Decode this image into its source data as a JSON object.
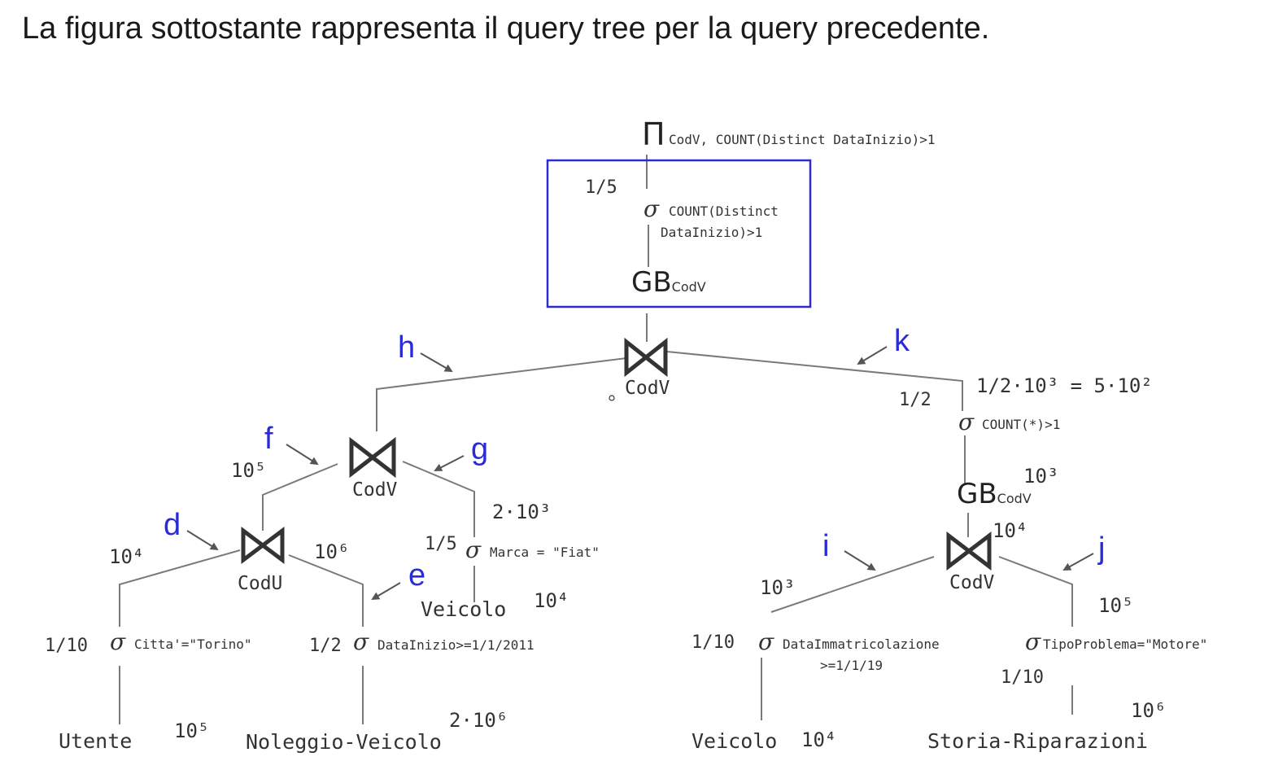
{
  "title": "La figura sottostante rappresenta il query tree per la query precedente.",
  "colors": {
    "box": "#2b2bd6",
    "edge_labels": "#2b2bd6",
    "lines": "#7a7a7a",
    "text": "#333333"
  },
  "top": {
    "projection_symbol": "Π",
    "projection_attrs": "CodV, COUNT(Distinct DataInizio)>1",
    "frac": "1/5",
    "selection_symbol": "σ",
    "selection_cond_1": "COUNT(Distinct",
    "selection_cond_2": "DataInizio)>1",
    "gb": "GB",
    "gb_sub": "CodV"
  },
  "root_join": {
    "label": "CodV"
  },
  "edges": {
    "h": "h",
    "k": "k",
    "f": "f",
    "g": "g",
    "d": "d",
    "e": "e",
    "i": "i",
    "j": "j"
  },
  "right": {
    "card_formula": "1/2·10³ = 5·10²",
    "frac": "1/2",
    "selection_cond": "COUNT(*)>1",
    "gb": "GB",
    "gb_sub": "CodV",
    "gb_card": "10³",
    "join_card": "10⁴",
    "join_label": "CodV",
    "left_card": "10³",
    "right_card": "10⁵",
    "sel1_frac": "1/10",
    "sel1_cond_1": "DataImmatricolazione",
    "sel1_cond_2": ">=1/1/19",
    "sel2_cond": "TipoProblema=\"Motore\"",
    "sel2_frac": "1/10",
    "rel1": "Veicolo",
    "rel1_card": "10⁴",
    "rel2": "Storia-Riparazioni",
    "rel2_card": "10⁶"
  },
  "left": {
    "join_f_card": "10⁵",
    "join_f_label": "CodV",
    "g_card": "2·10³",
    "fiat_frac": "1/5",
    "fiat_cond": "Marca = \"Fiat\"",
    "veicolo": "Veicolo",
    "veicolo_card": "10⁴",
    "join_d_label": "CodU",
    "d_card": "10⁴",
    "e_card": "10⁶",
    "sel_torino_frac": "1/10",
    "sel_torino_cond": "Citta'=\"Torino\"",
    "sel_data_frac": "1/2",
    "sel_data_cond": "DataInizio>=1/1/2011",
    "utente": "Utente",
    "utente_card": "10⁵",
    "noleggio": "Noleggio-Veicolo",
    "noleggio_card": "2·10⁶"
  }
}
